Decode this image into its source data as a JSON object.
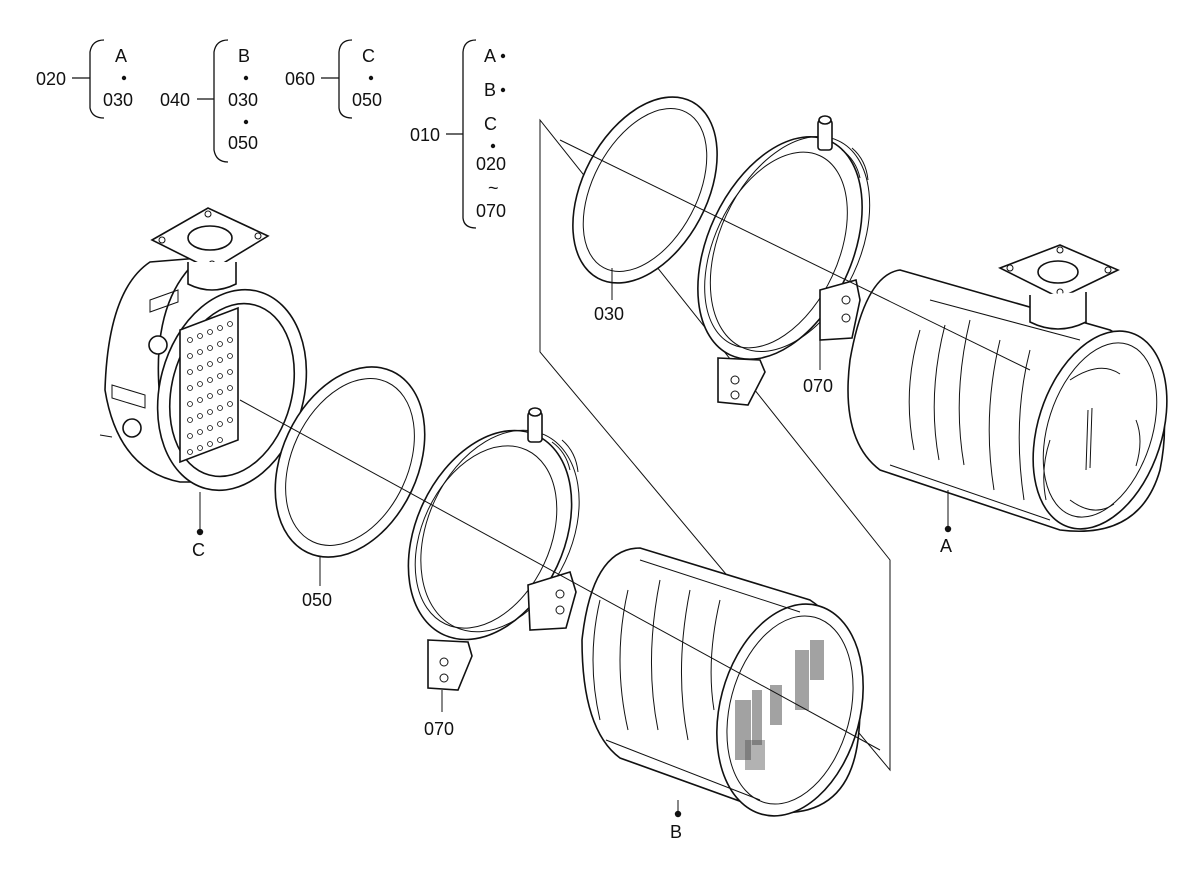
{
  "bom": {
    "g020": {
      "code": "020",
      "items": [
        "A",
        "030"
      ]
    },
    "g040": {
      "code": "040",
      "items": [
        "B",
        "030",
        "050"
      ]
    },
    "g060": {
      "code": "060",
      "items": [
        "C",
        "050"
      ]
    },
    "g010": {
      "code": "010",
      "items": [
        "A",
        "B",
        "C",
        "020",
        "~",
        "070"
      ]
    }
  },
  "callouts": {
    "ring_030": "030",
    "clamp_070_upper": "070",
    "assembly_A": "A",
    "assembly_C": "C",
    "ring_050": "050",
    "clamp_070_lower": "070",
    "assembly_B": "B"
  }
}
